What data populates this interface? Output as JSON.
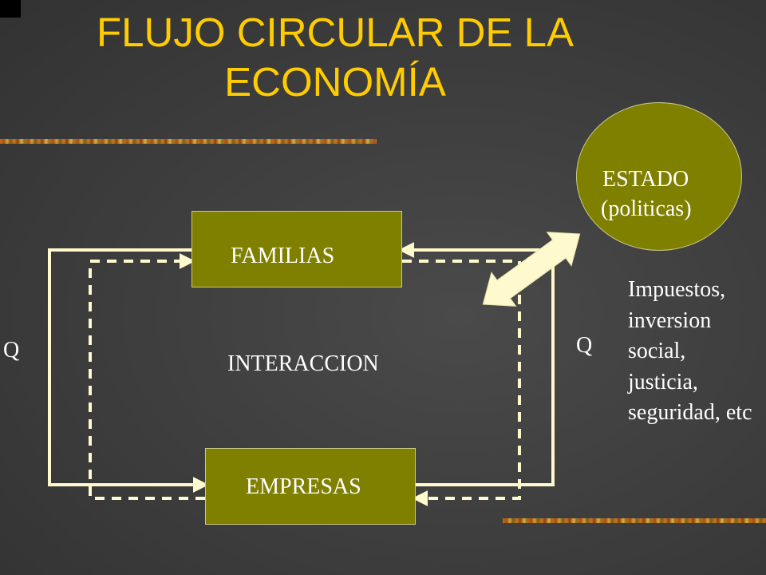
{
  "slide": {
    "title": "FLUJO CIRCULAR DE LA ECONOMÍA"
  },
  "nodes": {
    "familias": "FAMILIAS",
    "empresas": "EMPRESAS",
    "estado": {
      "line1": "ESTADO",
      "line2": "(politicas)"
    }
  },
  "labels": {
    "q_left": "Q",
    "q_right": "Q",
    "interaccion": "INTERACCION",
    "estado_roles": [
      "Impuestos,",
      "inversion",
      "social,",
      "justicia,",
      "seguridad, etc"
    ]
  },
  "colors": {
    "title": "#ffcc00",
    "node_fill": "#808000",
    "flow_line": "#fffacd",
    "text": "#ffffff"
  }
}
